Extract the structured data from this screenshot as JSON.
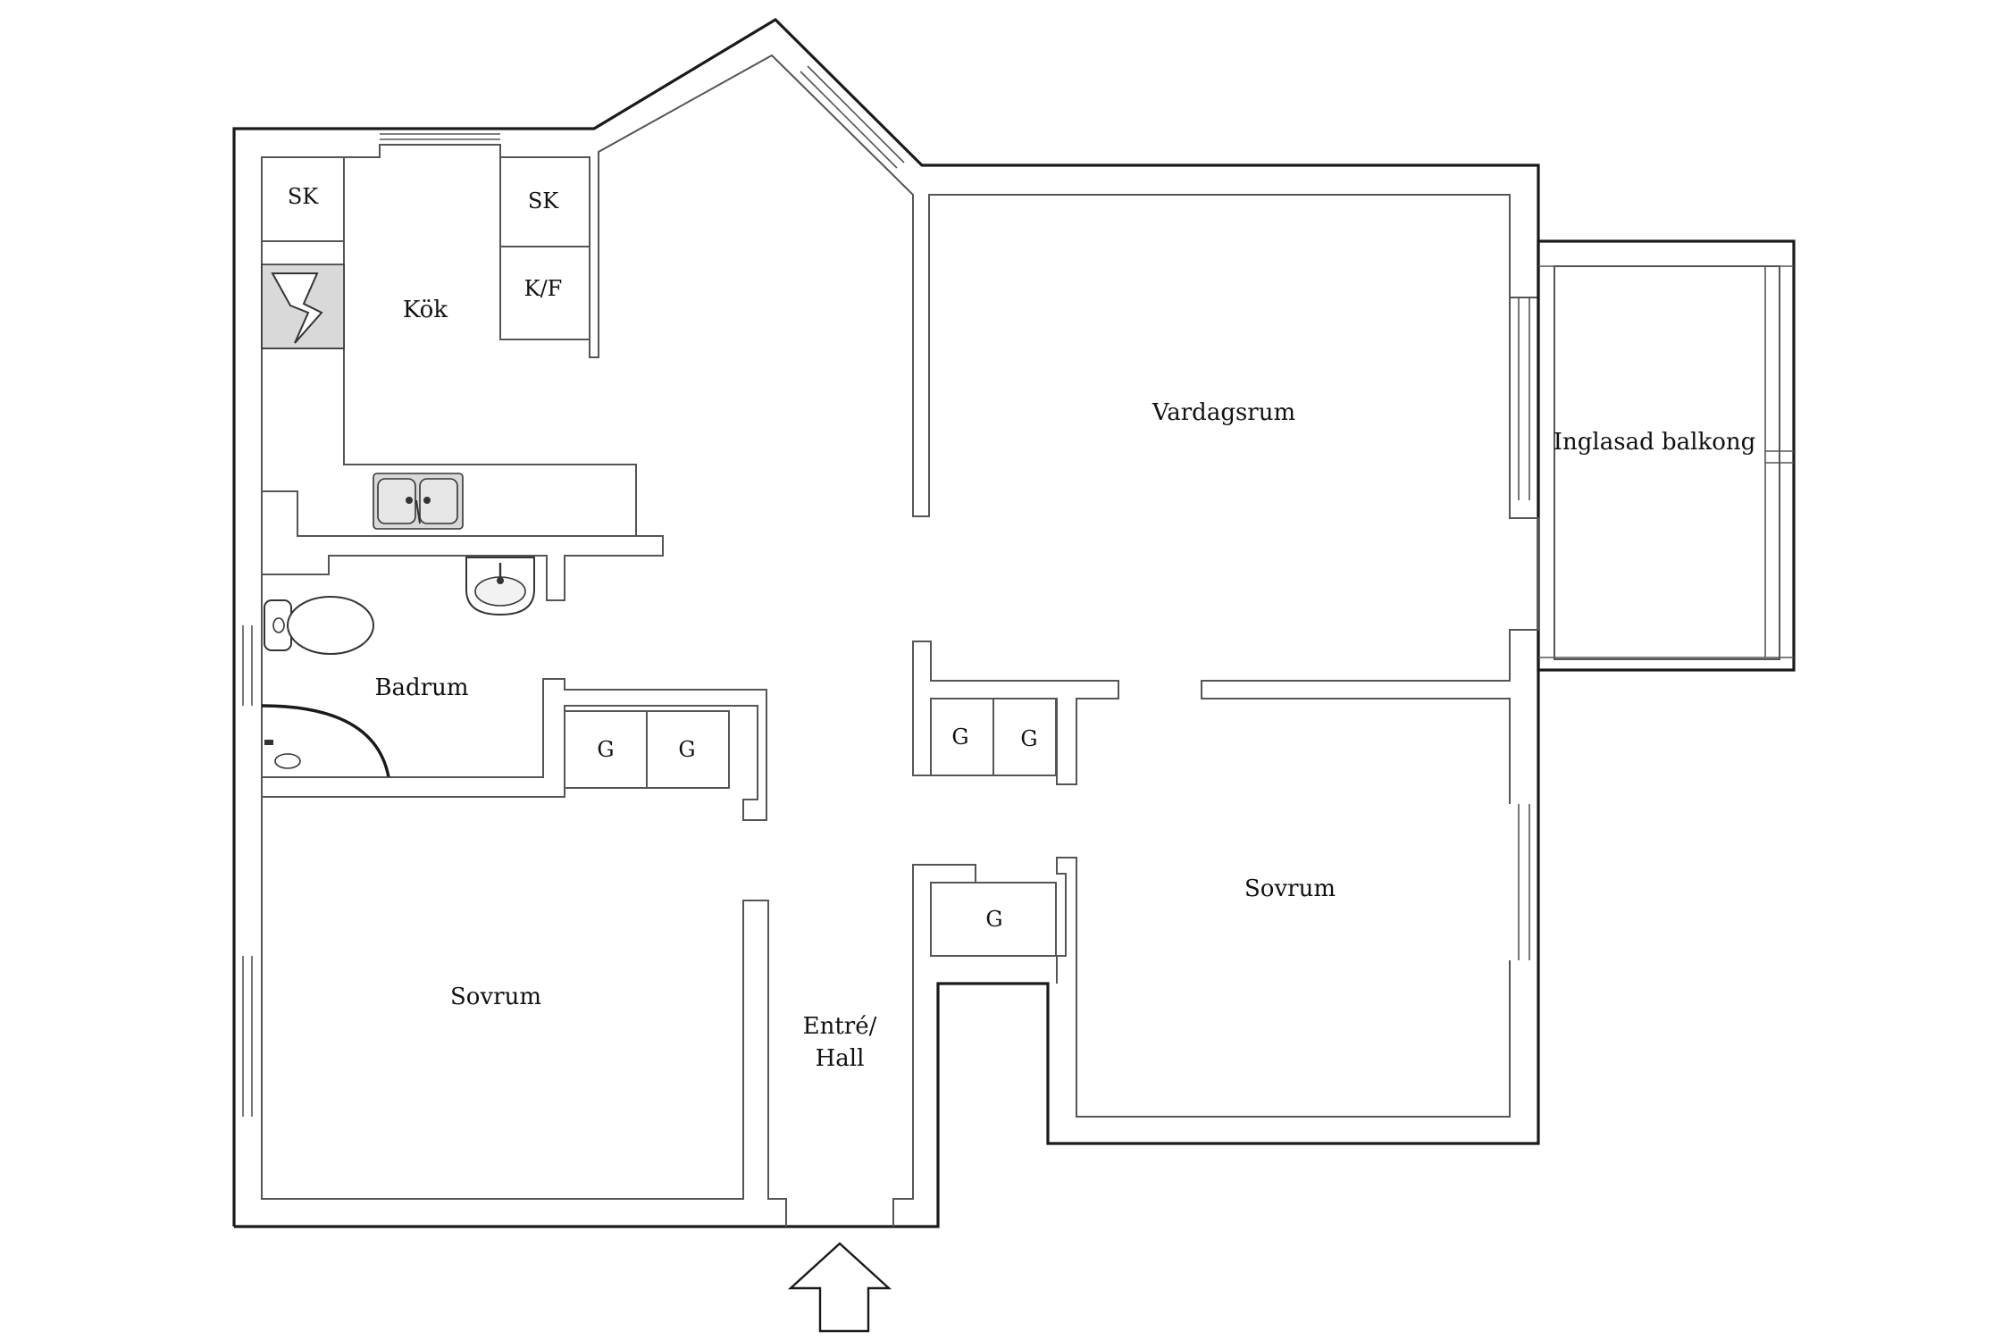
{
  "rooms": {
    "kok": "Kök",
    "vardagsrum": "Vardagsrum",
    "balkong": "Inglasad balkong",
    "badrum": "Badrum",
    "sovrum_left": "Sovrum",
    "sovrum_right": "Sovrum",
    "entre_line1": "Entré/",
    "entre_line2": "Hall"
  },
  "fixtures": {
    "sk1": "SK",
    "sk2": "SK",
    "kf": "K/F",
    "g1": "G",
    "g2": "G",
    "g3": "G",
    "g4": "G",
    "g5": "G"
  },
  "icons": [
    "entrance-arrow-icon",
    "stove-icon",
    "sink-icon",
    "washbasin-icon",
    "toilet-icon",
    "shower-icon"
  ]
}
